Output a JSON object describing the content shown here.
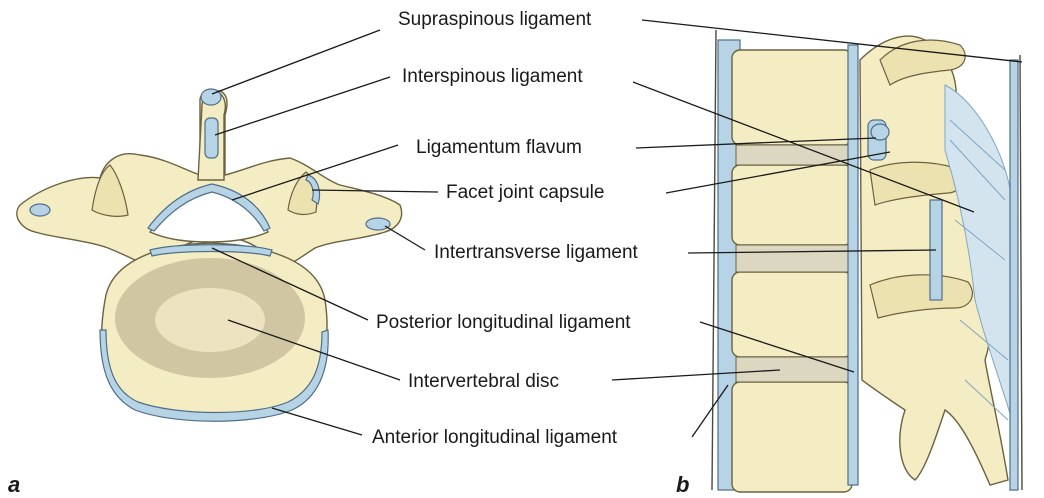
{
  "figure": {
    "panels": {
      "a": "a",
      "b": "b"
    },
    "labels": {
      "supraspinous": "Supraspinous ligament",
      "interspinous": "Interspinous ligament",
      "flavum": "Ligamentum flavum",
      "facet": "Facet joint capsule",
      "intertransverse": "Intertransverse ligament",
      "posterior_longitudinal": "Posterior longitudinal ligament",
      "disc": "Intervertebral disc",
      "anterior_longitudinal": "Anterior longitudinal ligament"
    },
    "colors": {
      "bone": "#f4ecc2",
      "ligament": "#b7d3e6",
      "outline": "#6b6240"
    }
  }
}
